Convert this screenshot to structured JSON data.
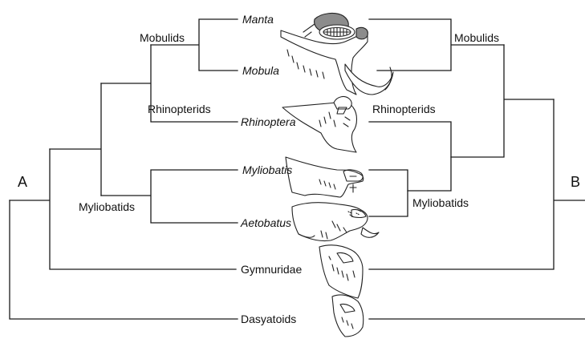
{
  "tree_a": {
    "label": "A",
    "clades": {
      "mobulids": "Mobulids",
      "rhinopterids": "Rhinopterids",
      "myliobatids": "Myliobatids"
    }
  },
  "tree_b": {
    "label": "B",
    "clades": {
      "mobulids": "Mobulids",
      "rhinopterids": "Rhinopterids",
      "myliobatids": "Myliobatids"
    }
  },
  "taxa": {
    "manta": "Manta",
    "mobula": "Mobula",
    "rhinoptera": "Rhinoptera",
    "myliobatis": "Myliobatis",
    "aetobatus": "Aetobatus",
    "gymnuridae": "Gymnuridae",
    "dasyatoids": "Dasyatoids"
  }
}
